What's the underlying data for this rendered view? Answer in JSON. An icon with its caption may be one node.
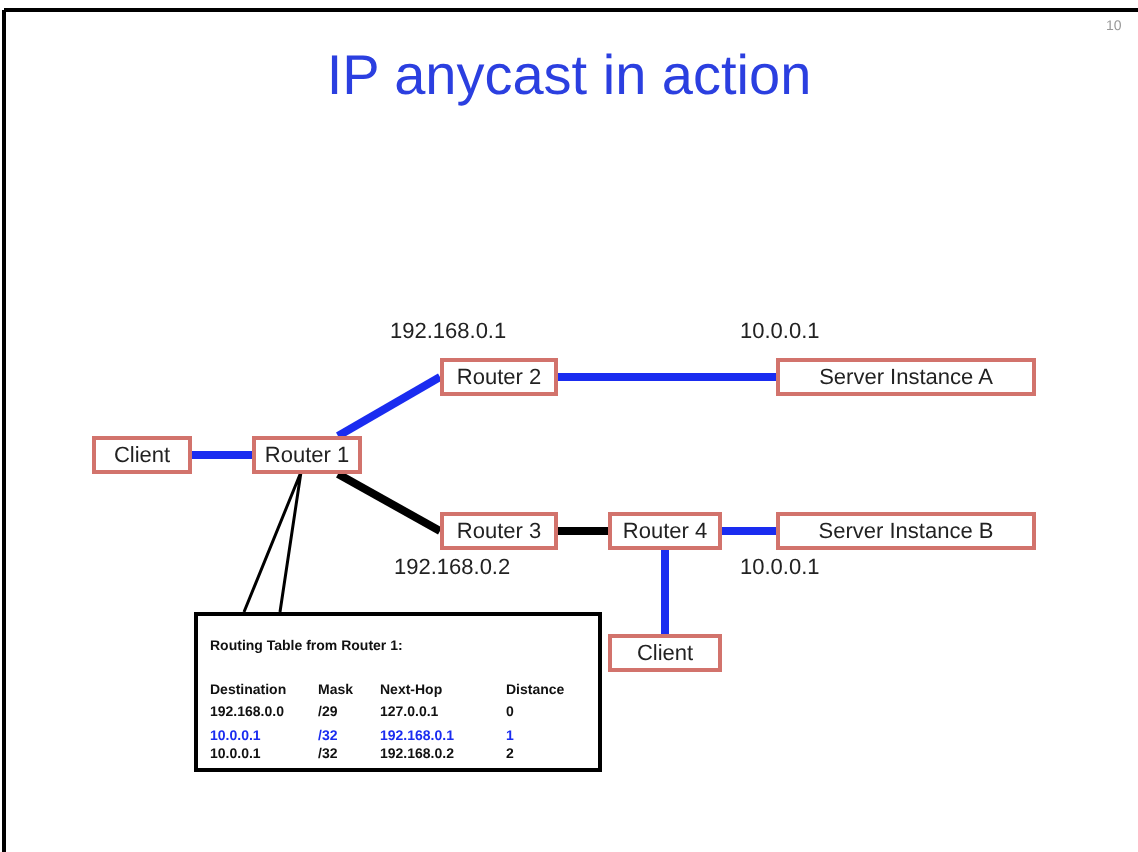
{
  "diagram": {
    "title": "IP anycast in action",
    "nodes": [
      {
        "text": [
          "Client"
        ]
      },
      {
        "text": [
          "Router 1"
        ]
      },
      {
        "text": [
          "Router 2"
        ],
        "beside": [
          "192.168.0.1"
        ]
      },
      {
        "text": [
          "Server Instance A"
        ],
        "beside": [
          "10.0.0.1"
        ]
      },
      {
        "text": [
          "Router 3"
        ],
        "beside": [
          "192.168.0.2"
        ]
      },
      {
        "text": [
          "Router 4"
        ]
      },
      {
        "text": [
          "Server Instance B"
        ],
        "beside": [
          "10.0.0.1"
        ]
      },
      {
        "text": [
          "Client"
        ]
      },
      {
        "text": [
          "Routing Table from Router 1:",
          "Destination",
          "Mask",
          "Next-Hop",
          "Distance",
          "192.168.0.0",
          "/29",
          "127.0.0.1",
          "0",
          "10.0.0.1",
          "/32",
          "192.168.0.1",
          "1",
          "10.0.0.1",
          "/32",
          "192.168.0.2",
          "2"
        ]
      }
    ],
    "edges": [
      {
        "from": 0,
        "to": 1,
        "arrow": "none"
      },
      {
        "from": 1,
        "to": 2,
        "arrow": "none"
      },
      {
        "from": 2,
        "to": 3,
        "arrow": "none"
      },
      {
        "from": 1,
        "to": 4,
        "arrow": "none",
        "color": "#000000"
      },
      {
        "from": 4,
        "to": 5,
        "arrow": "none",
        "color": "#000000"
      },
      {
        "from": 5,
        "to": 6,
        "arrow": "none"
      },
      {
        "from": 5,
        "to": 7,
        "arrow": "none"
      },
      {
        "from": 8,
        "to": 1,
        "arrow": "none",
        "color": "#000000"
      }
    ],
    "labels": [
      "10"
    ]
  }
}
